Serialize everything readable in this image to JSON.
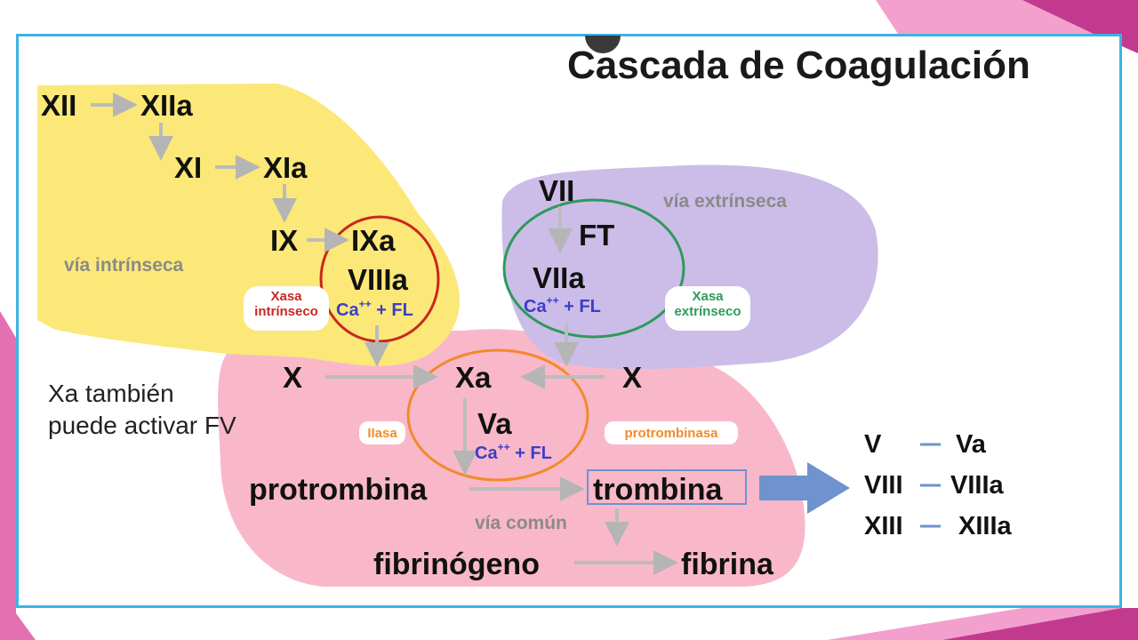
{
  "title": "Cascada de Coagulación",
  "pathways": {
    "intrinsic": "vía intrínseca",
    "extrinsic": "vía extrínseca",
    "common": "vía común"
  },
  "factors": {
    "xii": "XII",
    "xiia": "XIIa",
    "xi": "XI",
    "xia": "XIa",
    "ix": "IX",
    "ixa": "IXa",
    "viiia": "VIIIa",
    "vii": "VII",
    "ft": "FT",
    "viia": "VIIa",
    "x_left": "X",
    "xa": "Xa",
    "x_right": "X",
    "va": "Va"
  },
  "cofactor": {
    "base": "Ca",
    "sup": "++",
    "rest": " + FL"
  },
  "complexes": {
    "xasa_intrinsic": [
      "Xasa",
      "intrínseco"
    ],
    "xasa_extrinsic": [
      "Xasa",
      "extrínseco"
    ],
    "iiasa": "IIasa",
    "protrombinasa": "protrombinasa"
  },
  "products": {
    "protrombina": "protrombina",
    "trombina": "trombina",
    "fibrinogeno": "fibrinógeno",
    "fibrina": "fibrina"
  },
  "note": [
    "Xa también",
    "puede activar FV"
  ],
  "activations": [
    {
      "from": "V",
      "to": "Va"
    },
    {
      "from": "VIII",
      "to": "VIIIa"
    },
    {
      "from": "XIII",
      "to": "XIIIa"
    }
  ],
  "colors": {
    "intrinsic_region": "#fbe878",
    "extrinsic_region": "#cbbde8",
    "common_region": "#f9b8c9",
    "intrinsic_ring": "#c9271f",
    "extrinsic_ring": "#2e9a5a",
    "common_ring": "#f28a2c",
    "frame": "#3bb4e6",
    "big_arrow": "#6f93cc",
    "arrows": "#bcbcbc"
  }
}
